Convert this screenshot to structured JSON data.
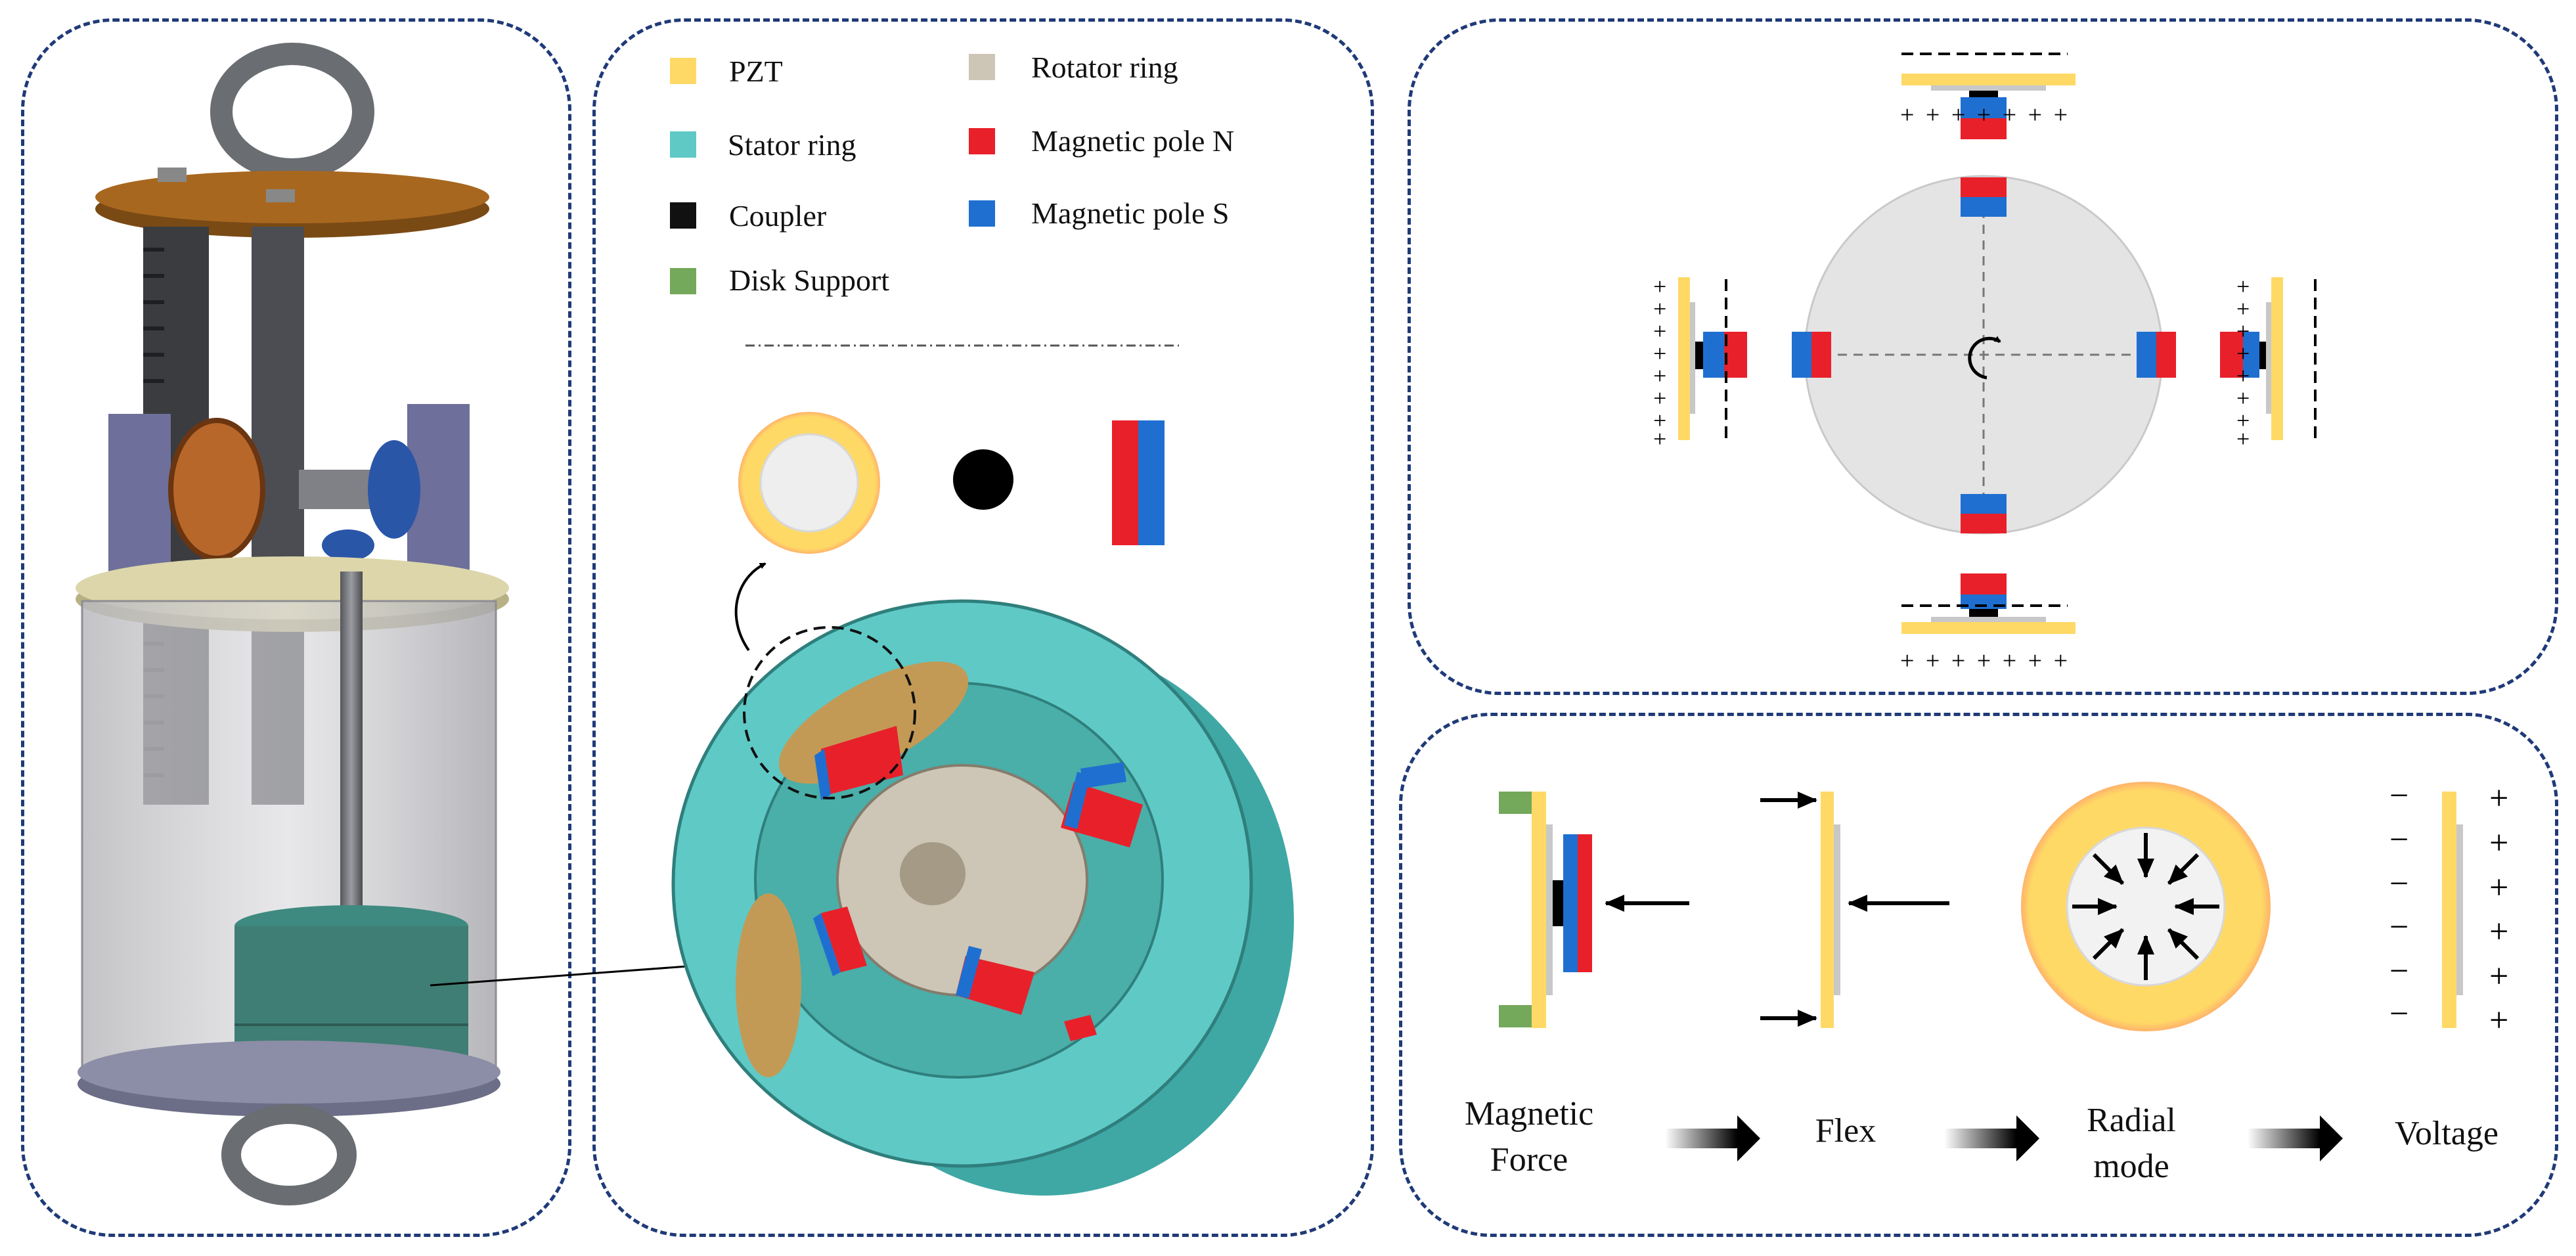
{
  "colors": {
    "pzt": "#ffd966",
    "stator": "#5fc9c6",
    "coupler": "#000000",
    "disk_support": "#74a85a",
    "rotator": "#cdc5b5",
    "pole_n": "#e8202a",
    "pole_s": "#1f6fd1",
    "panel_border": "#1f3a78"
  },
  "legend": {
    "items": [
      {
        "label": "PZT",
        "color": "#ffd966"
      },
      {
        "label": "Stator ring",
        "color": "#5fc9c6"
      },
      {
        "label": "Coupler",
        "color": "#111111"
      },
      {
        "label": "Disk Support",
        "color": "#74a85a"
      },
      {
        "label": "Rotator ring",
        "color": "#cdc5b5"
      },
      {
        "label": "Magnetic pole N",
        "color": "#e8202a"
      },
      {
        "label": "Magnetic pole S",
        "color": "#1f6fd1"
      }
    ]
  },
  "charges": {
    "plus": "+",
    "minus": "−",
    "row_plus": "+ + + + + + +"
  },
  "process": {
    "steps": [
      {
        "line1": "Magnetic",
        "line2": "Force"
      },
      {
        "line1": "Flex",
        "line2": ""
      },
      {
        "line1": "Radial",
        "line2": "mode"
      },
      {
        "line1": "Voltage",
        "line2": ""
      }
    ]
  }
}
